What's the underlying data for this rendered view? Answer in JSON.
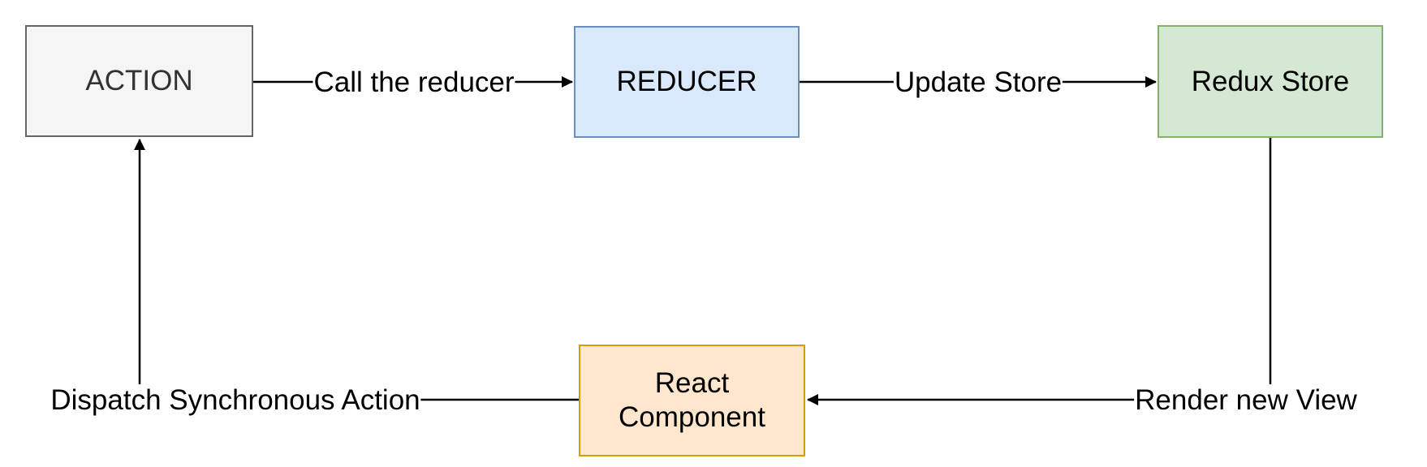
{
  "canvas": {
    "background": "#ffffff",
    "line_color": "#000000"
  },
  "nodes": {
    "action": {
      "label": "ACTION",
      "fill": "#f5f5f5",
      "border": "#666666",
      "text_color": "#333333"
    },
    "reducer": {
      "label": "REDUCER",
      "fill": "#dae8fc",
      "border": "#6c8ebf",
      "text_color": "#000000"
    },
    "redux_store": {
      "label": "Redux Store",
      "fill": "#d5e8d4",
      "border": "#82b366",
      "text_color": "#000000"
    },
    "react_component": {
      "label": "React Component",
      "fill": "#ffe6cc",
      "border": "#d79b00",
      "text_color": "#000000"
    }
  },
  "edges": {
    "call_reducer": {
      "label": "Call the reducer",
      "from": "ACTION",
      "to": "REDUCER"
    },
    "update_store": {
      "label": "Update Store",
      "from": "REDUCER",
      "to": "Redux Store"
    },
    "render_view": {
      "label": "Render new View",
      "from": "Redux Store",
      "to": "React Component"
    },
    "dispatch_action": {
      "label": "Dispatch Synchronous Action",
      "from": "React Component",
      "to": "ACTION"
    }
  }
}
